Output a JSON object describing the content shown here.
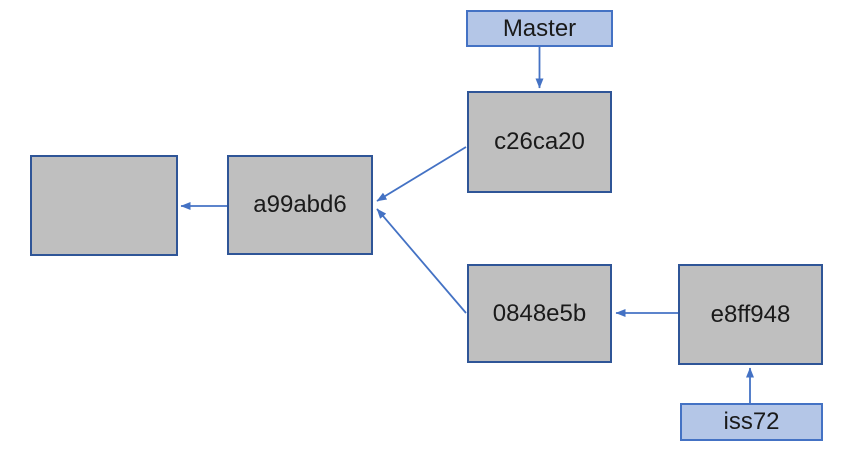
{
  "diagram": {
    "nodes": {
      "master": {
        "label": "Master"
      },
      "c26ca20": {
        "label": "c26ca20"
      },
      "a99abd6": {
        "label": "a99abd6"
      },
      "unlabeled": {
        "label": ""
      },
      "0848e5b": {
        "label": "0848e5b"
      },
      "e8ff948": {
        "label": "e8ff948"
      },
      "iss72": {
        "label": "iss72"
      }
    },
    "edges": [
      {
        "from": "Master",
        "to": "c26ca20"
      },
      {
        "from": "c26ca20",
        "to": "a99abd6"
      },
      {
        "from": "0848e5b",
        "to": "a99abd6"
      },
      {
        "from": "a99abd6",
        "to": "unlabeled-box"
      },
      {
        "from": "e8ff948",
        "to": "0848e5b"
      },
      {
        "from": "iss72",
        "to": "e8ff948"
      }
    ],
    "colors": {
      "background": "#FFFFFF",
      "tag_fill": "#B4C6E7",
      "tag_border": "#4472C4",
      "commit_fill": "#BFBFBF",
      "commit_border": "#2F5597",
      "arrow": "#4472C4",
      "text": "#1A1A1A"
    }
  }
}
